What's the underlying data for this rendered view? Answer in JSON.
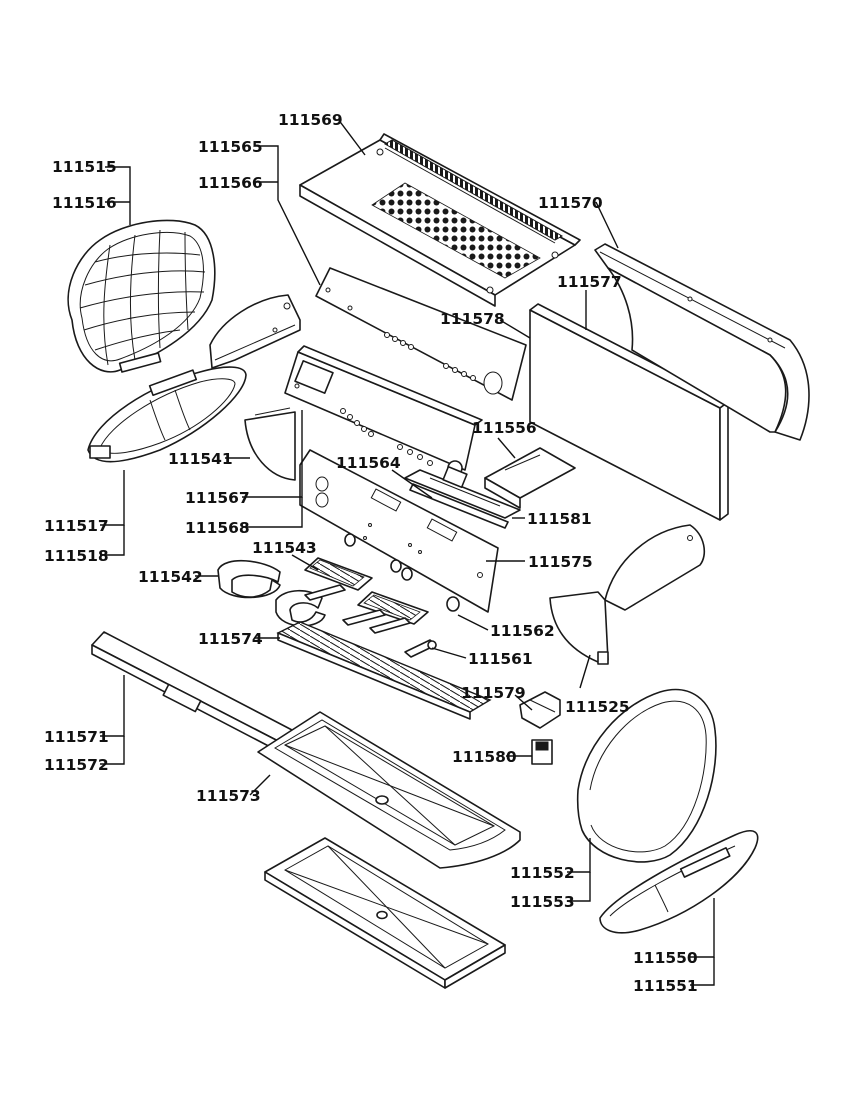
{
  "labels": {
    "p111515": "111515",
    "p111516": "111516",
    "p111517": "111517",
    "p111518": "111518",
    "p111541": "111541",
    "p111542": "111542",
    "p111543": "111543",
    "p111525": "111525",
    "p111550": "111550",
    "p111551": "111551",
    "p111552": "111552",
    "p111553": "111553",
    "p111556": "111556",
    "p111561": "111561",
    "p111562": "111562",
    "p111564": "111564",
    "p111565": "111565",
    "p111566": "111566",
    "p111567": "111567",
    "p111568": "111568",
    "p111569": "111569",
    "p111570": "111570",
    "p111571": "111571",
    "p111572": "111572",
    "p111573": "111573",
    "p111574": "111574",
    "p111575": "111575",
    "p111577": "111577",
    "p111578": "111578",
    "p111579": "111579",
    "p111580": "111580",
    "p111581": "111581"
  },
  "colors": {
    "line": "#1a1a1a",
    "background": "#ffffff"
  }
}
